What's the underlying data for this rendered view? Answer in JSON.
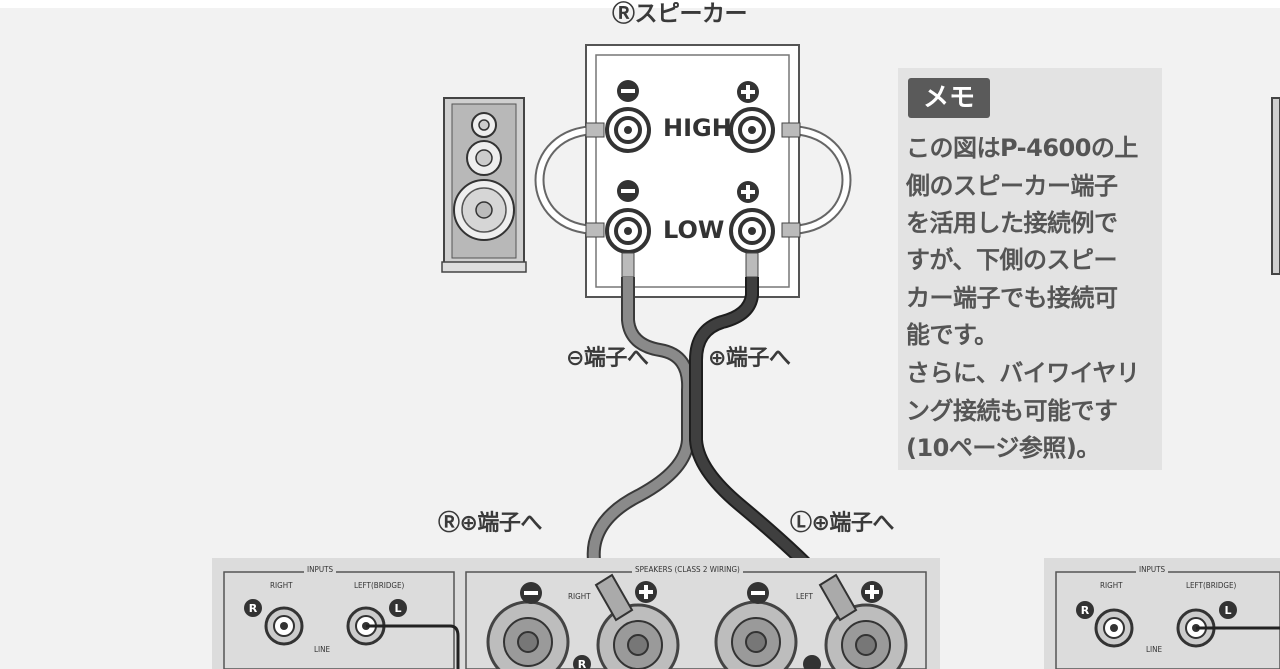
{
  "speaker_title": "Ⓡスピーカー",
  "terminals": {
    "high": "HIGH",
    "low": "LOW"
  },
  "cable_labels": {
    "minus_terminal": "⊖端子へ",
    "plus_terminal": "⊕端子へ",
    "r_plus": "Ⓡ⊕端子へ",
    "l_plus": "Ⓛ⊕端子へ"
  },
  "memo": {
    "badge": "メモ",
    "lines": [
      "この図はP-4600の上",
      "側のスピーカー端子",
      "を活用した接続例で",
      "すが、下側のスピー",
      "カー端子でも接続可",
      "能です。",
      "さらに、バイワイヤリ",
      "ング接続も可能です",
      "(10ページ参照)。"
    ]
  },
  "amp_panel": {
    "inputs": "INPUTS",
    "right": "RIGHT",
    "left_bridge": "LEFT(BRIDGE)",
    "line": "LINE",
    "speakers": "SPEAKERS (CLASS 2 WIRING)",
    "speaker_right": "RIGHT",
    "speaker_left": "LEFT"
  },
  "colors": {
    "minus_cable": "#7a7a7a",
    "plus_cable": "#3a3a3a",
    "memo_bg": "#e3e3e3",
    "badge_bg": "#5a5a5a"
  }
}
